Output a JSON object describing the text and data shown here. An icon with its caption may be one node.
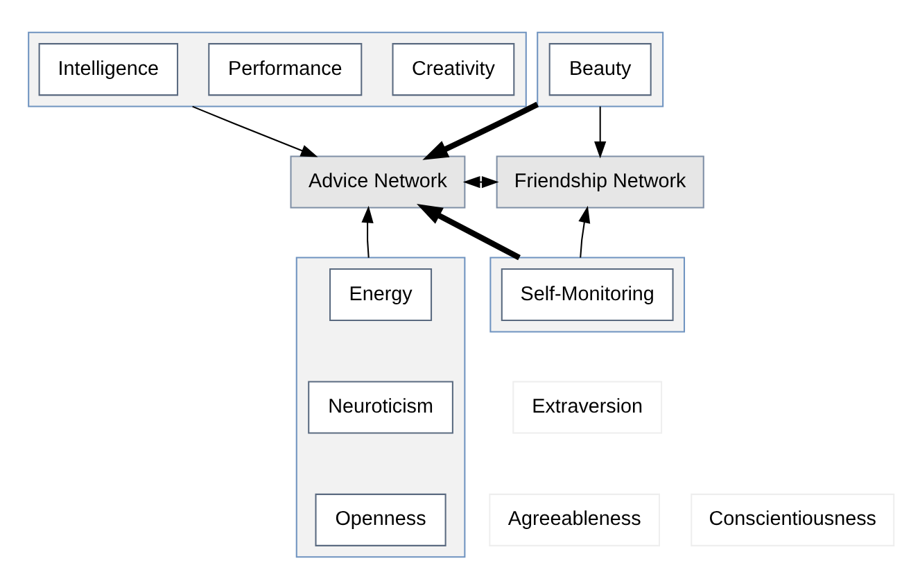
{
  "diagram": {
    "nodes": [
      {
        "text": [],
        "shape": "box"
      },
      {
        "text": [
          "Intelligence"
        ],
        "in": 0
      },
      {
        "text": [
          "Performance"
        ],
        "in": 0
      },
      {
        "text": [
          "Creativity"
        ],
        "in": 0
      },
      {
        "text": [],
        "shape": "box"
      },
      {
        "text": [
          "Beauty"
        ],
        "in": 4
      },
      {
        "text": [
          "Advice Network"
        ]
      },
      {
        "text": [
          "Friendship Network"
        ]
      },
      {
        "text": [],
        "shape": "box"
      },
      {
        "text": [
          "Energy"
        ],
        "in": 8
      },
      {
        "text": [
          "Neuroticism"
        ],
        "in": 8
      },
      {
        "text": [
          "Openness"
        ],
        "in": 8
      },
      {
        "text": [],
        "shape": "box"
      },
      {
        "text": [
          "Self-Monitoring"
        ],
        "in": 12
      },
      {
        "text": [
          "Extraversion"
        ]
      },
      {
        "text": [
          "Agreeableness"
        ]
      },
      {
        "text": [
          "Conscientiousness"
        ]
      }
    ],
    "edges": [
      {
        "from": 0,
        "to": 6,
        "arrow": "to"
      },
      {
        "from": 4,
        "to": 6,
        "arrow": "to",
        "style": "thick"
      },
      {
        "from": 4,
        "to": 7,
        "arrow": "to"
      },
      {
        "from": 6,
        "to": 7,
        "arrow": "both"
      },
      {
        "from": 12,
        "to": 6,
        "arrow": "to",
        "style": "thick"
      },
      {
        "from": 12,
        "to": 7,
        "arrow": "to"
      },
      {
        "from": 8,
        "to": 6,
        "arrow": "to"
      }
    ]
  }
}
